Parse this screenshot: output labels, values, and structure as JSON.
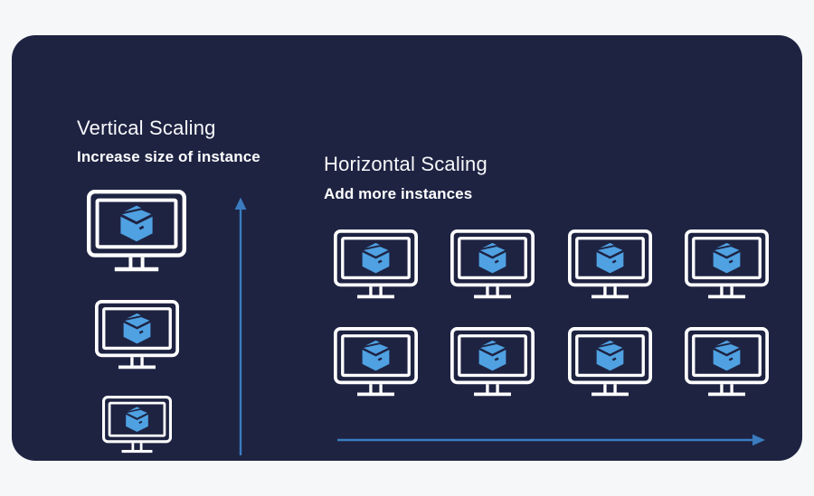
{
  "vertical_section": {
    "title": "Vertical Scaling",
    "subtitle": "Increase size of instance",
    "monitor_count": 3,
    "monitor_sizes": [
      "large",
      "medium",
      "small"
    ],
    "arrow_direction": "up"
  },
  "horizontal_section": {
    "title": "Horizontal Scaling",
    "subtitle": "Add more instances",
    "rows": 2,
    "columns": 4,
    "monitor_count": 8,
    "monitor_size": "medium",
    "arrow_direction": "right"
  },
  "icons": {
    "monitor": "monitor-with-package-box-icon",
    "package": "package-box-icon",
    "up_arrow": "up-arrow-icon",
    "right_arrow": "right-arrow-icon"
  },
  "colors": {
    "page_background": "#F6F7F9",
    "card_background": "#1E2342",
    "monitor_outline": "#FFFFFF",
    "package_blue": "#4FA1E2",
    "arrow_blue": "#3A7CBF",
    "title_text": "#F8F9FB",
    "subtitle_text": "#FFFFFF"
  }
}
